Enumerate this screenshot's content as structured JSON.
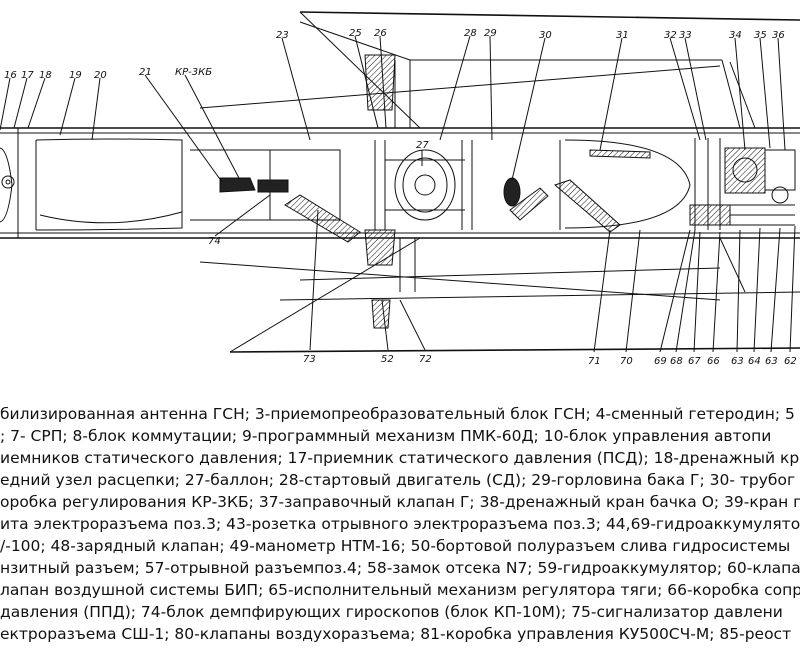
{
  "callouts": [
    {
      "label": "16"
    },
    {
      "label": "17"
    },
    {
      "label": "18"
    },
    {
      "label": "19"
    },
    {
      "label": "20"
    },
    {
      "label": "21"
    },
    {
      "label": "КР-3КБ"
    },
    {
      "label": "23"
    },
    {
      "label": "25"
    },
    {
      "label": "26"
    },
    {
      "label": "28"
    },
    {
      "label": "29"
    },
    {
      "label": "30"
    },
    {
      "label": "31"
    },
    {
      "label": "32"
    },
    {
      "label": "33"
    },
    {
      "label": "34"
    },
    {
      "label": "35"
    },
    {
      "label": "36"
    },
    {
      "label": "74"
    },
    {
      "label": "73"
    },
    {
      "label": "52"
    },
    {
      "label": "72"
    },
    {
      "label": "71"
    },
    {
      "label": "70"
    },
    {
      "label": "69"
    },
    {
      "label": "68"
    },
    {
      "label": "67"
    },
    {
      "label": "66"
    },
    {
      "label": "63"
    },
    {
      "label": "64"
    },
    {
      "label": "63"
    },
    {
      "label": "62"
    },
    {
      "label": "27"
    }
  ],
  "legend_lines": [
    "билизированная антенна ГСН; 3-приемопреобразовательный блок ГСН; 4-сменный гетеродин; 5",
    "; 7- СРП;  8-блок коммутации; 9-программный механизм ПМК-60Д; 10-блок управления автопи",
    "иемников статического давления; 17-приемник статического давления (ПСД); 18-дренажный кра",
    "едний узел расцепки; 27-баллон; 28-стартовый двигатель (СД); 29-горловина бака Г; 30- трубог",
    "оробка регулирования КР-3КБ; 37-заправочный клапан Г; 38-дренажный кран бачка О; 39-кран п",
    "ита электроразъема поз.3; 43-розетка отрывного электроразъема поз.3; 44,69-гидроаккумулято",
    "/-100; 48-зарядный клапан; 49-манометр НТМ-16; 50-бортовой полуразъем слива гидросистемы",
    "нзитный разъем; 57-отрывной разъемпоз.4; 58-замок отсека N7; 59-гидроаккумулятор; 60-клапа",
    "лапан воздушной системы БИП; 65-исполнительный механизм регулятора тяги; 66-коробка сопр",
    "давления (ППД); 74-блок демпфирующих гироскопов (блок КП-10М); 75-сигнализатор давлени",
    "ектроразъема СШ-1; 80-клапаны воздухоразъема; 81-коробка управления КУ500СЧ-М; 85-реост"
  ]
}
